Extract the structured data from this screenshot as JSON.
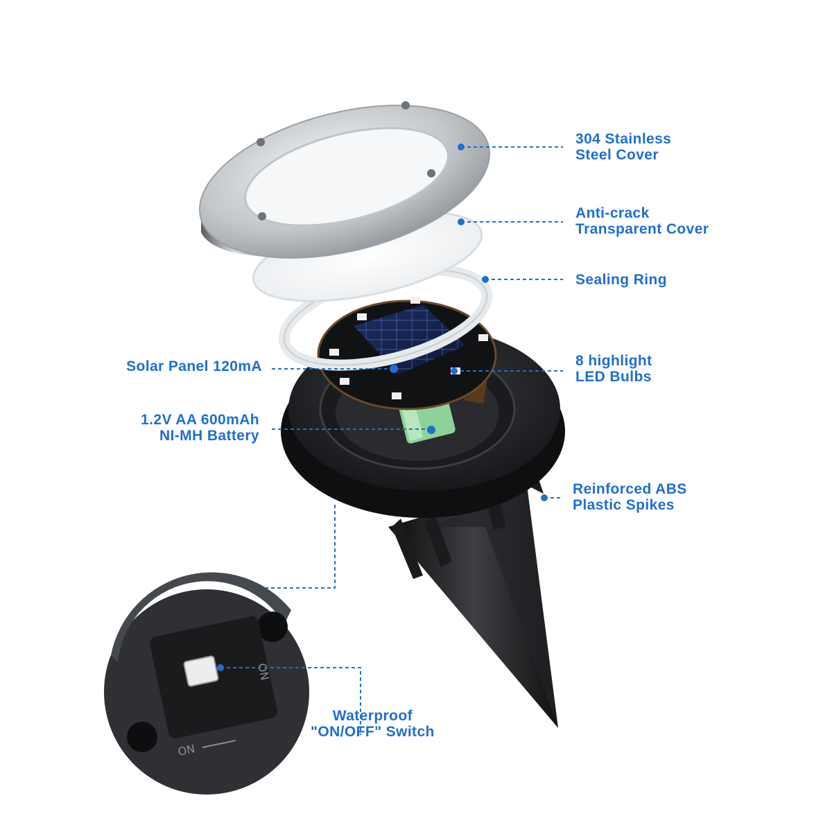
{
  "accent_color": "#1e6fd0",
  "labels": {
    "steel_cover": [
      "304 Stainless",
      "Steel Cover"
    ],
    "transparent_cover": [
      "Anti-crack",
      "Transparent Cover"
    ],
    "sealing_ring": [
      "Sealing Ring"
    ],
    "led_bulbs": [
      "8 highlight",
      "LED Bulbs"
    ],
    "spikes": [
      "Reinforced ABS",
      "Plastic Spikes"
    ],
    "solar_panel": [
      "Solar Panel 120mA"
    ],
    "battery": [
      "1.2V AA 600mAh",
      "NI-MH Battery"
    ],
    "switch": [
      "Waterproof",
      "\"ON/OFF\" Switch"
    ]
  },
  "switch_markings": {
    "on_left": "ON",
    "on_right": "ON"
  }
}
